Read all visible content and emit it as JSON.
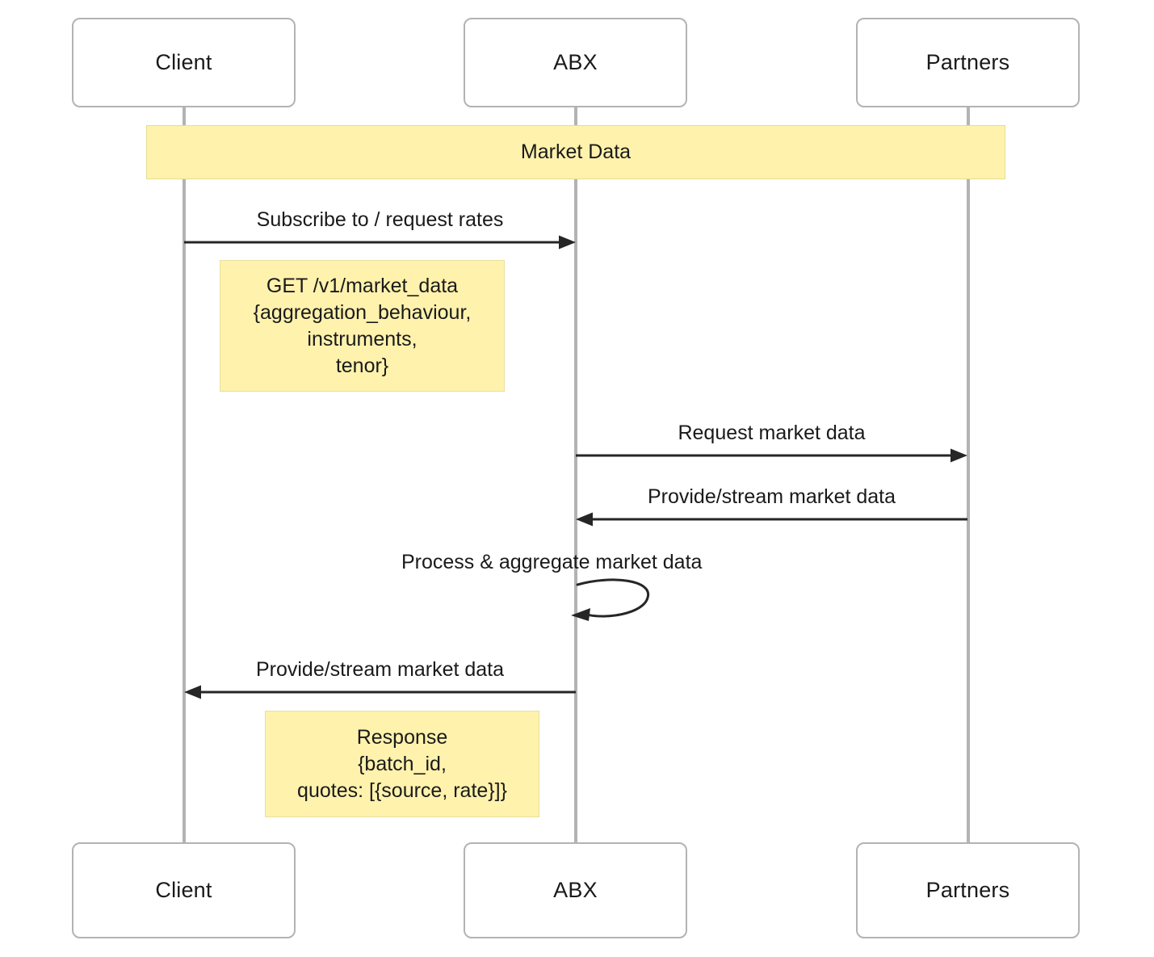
{
  "diagram": {
    "title": "Market Data sequence diagram",
    "type": "sequence-diagram",
    "colors": {
      "note_fill": "#fff2ad",
      "note_border": "#e8dfa0",
      "actor_border": "#b3b3b3",
      "lifeline": "#b3b3b3",
      "arrow": "#262626",
      "text": "#1a1a1a",
      "background": "#ffffff"
    }
  },
  "actors": [
    {
      "id": "client",
      "label": "Client"
    },
    {
      "id": "abx",
      "label": "ABX"
    },
    {
      "id": "partners",
      "label": "Partners"
    }
  ],
  "actors_bottom": [
    {
      "id": "client",
      "label": "Client"
    },
    {
      "id": "abx",
      "label": "ABX"
    },
    {
      "id": "partners",
      "label": "Partners"
    }
  ],
  "banner": {
    "label": "Market Data"
  },
  "messages": [
    {
      "id": "m1",
      "label": "Subscribe to / request rates",
      "from": "client",
      "to": "abx",
      "direction": "right"
    },
    {
      "id": "m2",
      "label": "Request market data",
      "from": "abx",
      "to": "partners",
      "direction": "right"
    },
    {
      "id": "m3",
      "label": "Provide/stream market data",
      "from": "partners",
      "to": "abx",
      "direction": "left"
    },
    {
      "id": "m4",
      "label": "Process & aggregate market data",
      "from": "abx",
      "to": "abx",
      "direction": "self"
    },
    {
      "id": "m5",
      "label": "Provide/stream market data",
      "from": "abx",
      "to": "client",
      "direction": "left"
    }
  ],
  "notes": [
    {
      "id": "note-request",
      "lines": [
        "GET /v1/market_data",
        "{aggregation_behaviour,",
        "instruments,",
        "tenor}"
      ]
    },
    {
      "id": "note-response",
      "lines": [
        "Response",
        "{batch_id,",
        "quotes: [{source, rate}]}"
      ]
    }
  ]
}
